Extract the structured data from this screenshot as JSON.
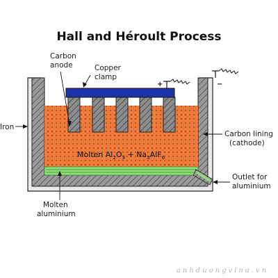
{
  "title": "Hall and Héroult Process",
  "labels": {
    "carbon_anode": [
      "Carbon",
      "anode"
    ],
    "copper_clamp": [
      "Copper",
      "clamp"
    ],
    "iron": "Iron",
    "carbon_lining": [
      "Carbon lining",
      "(cathode)"
    ],
    "outlet": [
      "Outlet for",
      "aluminium"
    ],
    "molten_aluminium": [
      "Molten",
      "aluminium"
    ],
    "plus_sign": "+",
    "minus_sign": "−"
  },
  "electrolyte": {
    "prefix": "Molten Al",
    "sub1": "2",
    "mid": "O",
    "sub2": "3",
    "plus": " + ",
    "na": "Na",
    "sub3": "3",
    "alf": "AlF",
    "sub4": "6"
  },
  "watermark": "anhduongvina.vn",
  "colors": {
    "electrolyte": "#ee7a3b",
    "clamp": "#1f33a8",
    "aluminium": "#8fdc7a",
    "lining": "#9a9a9a",
    "anode": "#8c8c8c"
  }
}
